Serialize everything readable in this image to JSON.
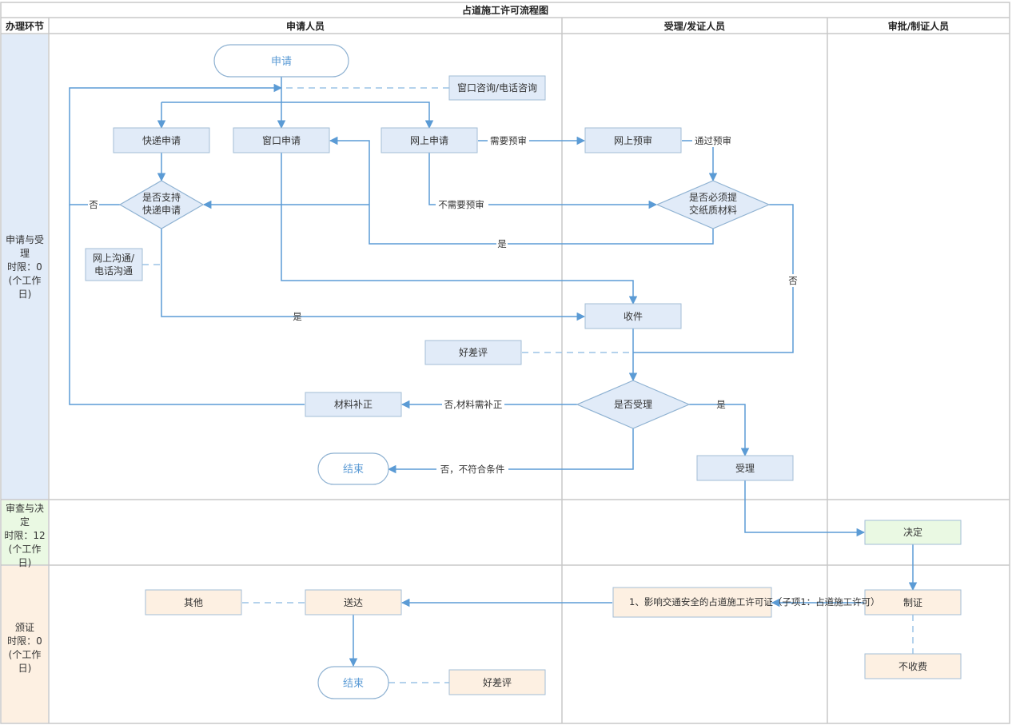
{
  "title": "占道施工许可流程图",
  "headers": {
    "stage": "办理环节",
    "applicant": "申请人员",
    "acceptor": "受理/发证人员",
    "approver": "审批/制证人员"
  },
  "stages": {
    "s1": [
      "申请与受",
      "理",
      "时限：0",
      "(个工作",
      "日)"
    ],
    "s2": [
      "审查与决",
      "定",
      "时限：12",
      "(个工作",
      "日)"
    ],
    "s3": [
      "颁证",
      "时限：0",
      "(个工作",
      "日)"
    ]
  },
  "nodes": {
    "apply": "申请",
    "consult": "窗口咨询/电话咨询",
    "express": "快递申请",
    "window": "窗口申请",
    "online": "网上申请",
    "prereview": "网上预审",
    "express_ok": [
      "是否支持",
      "快递申请"
    ],
    "paper": [
      "是否必须提",
      "交纸质材料"
    ],
    "comm": [
      "网上沟通/",
      "电话沟通"
    ],
    "receive": "收件",
    "rating1": "好差评",
    "accept_q": "是否受理",
    "supplement": "材料补正",
    "end1": "结束",
    "accept": "受理",
    "decide": "决定",
    "issue": "制证",
    "license": "1、影响交通安全的占道施工许可证（子项1：占道施工许可）",
    "deliver": "送达",
    "other": "其他",
    "end2": "结束",
    "rating2": "好差评",
    "nofee": "不收费"
  },
  "labels": {
    "need_pre": "需要预审",
    "pass_pre": "通过预审",
    "no_pre": "不需要预审",
    "no1": "否",
    "yes1": "是",
    "no2": "否",
    "yes2": "是",
    "no_supp": "否,材料需补正",
    "yes3": "是",
    "no_end": "否，不符合条件"
  },
  "colors": {
    "arrow": "#5b9bd5",
    "border": "#a3bed6",
    "node_blue": "#e1ebf8",
    "node_green": "#eaf9e3",
    "node_orange": "#fdf0e2",
    "grid": "#c8c8c8"
  }
}
